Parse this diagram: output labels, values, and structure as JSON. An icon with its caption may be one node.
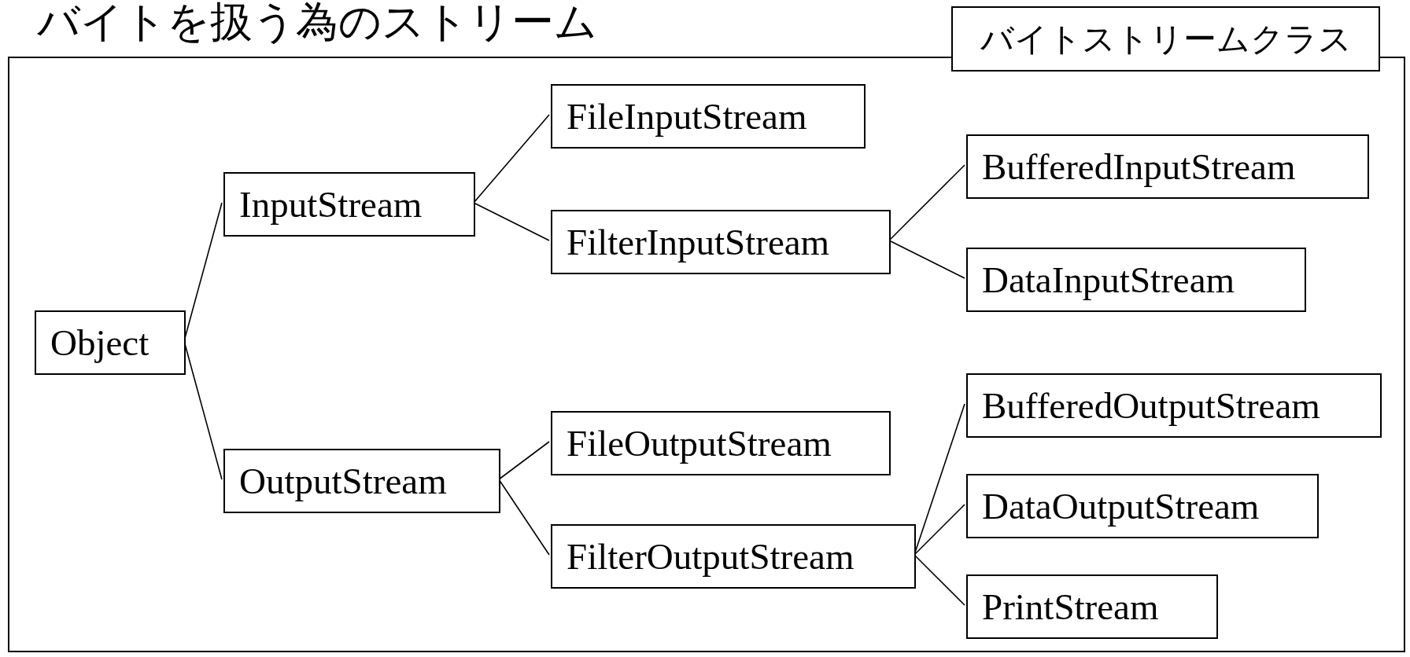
{
  "diagram": {
    "title": "バイトを扱う為のストリーム",
    "nodes": [
      {
        "text": [],
        "shape": "box"
      },
      {
        "text": [
          "バイトストリームクラス"
        ]
      },
      {
        "text": [
          "Object"
        ],
        "in": 0
      },
      {
        "text": [
          "InputStream"
        ],
        "in": 0
      },
      {
        "text": [
          "OutputStream"
        ],
        "in": 0
      },
      {
        "text": [
          "FileInputStream"
        ],
        "in": 0
      },
      {
        "text": [
          "FilterInputStream"
        ],
        "in": 0
      },
      {
        "text": [
          "FileOutputStream"
        ],
        "in": 0
      },
      {
        "text": [
          "FilterOutputStream"
        ],
        "in": 0
      },
      {
        "text": [
          "BufferedInputStream"
        ],
        "in": 0
      },
      {
        "text": [
          "DataInputStream"
        ],
        "in": 0
      },
      {
        "text": [
          "BufferedOutputStream"
        ],
        "in": 0
      },
      {
        "text": [
          "DataOutputStream"
        ],
        "in": 0
      },
      {
        "text": [
          "PrintStream"
        ],
        "in": 0
      }
    ],
    "edges": [
      {
        "from": 2,
        "to": 3,
        "arrow": "none"
      },
      {
        "from": 2,
        "to": 4,
        "arrow": "none"
      },
      {
        "from": 3,
        "to": 5,
        "arrow": "none"
      },
      {
        "from": 3,
        "to": 6,
        "arrow": "none"
      },
      {
        "from": 4,
        "to": 7,
        "arrow": "none"
      },
      {
        "from": 4,
        "to": 8,
        "arrow": "none"
      },
      {
        "from": 6,
        "to": 9,
        "arrow": "none"
      },
      {
        "from": 6,
        "to": 10,
        "arrow": "none"
      },
      {
        "from": 8,
        "to": 11,
        "arrow": "none"
      },
      {
        "from": 8,
        "to": 12,
        "arrow": "none"
      },
      {
        "from": 8,
        "to": 13,
        "arrow": "none"
      }
    ]
  }
}
